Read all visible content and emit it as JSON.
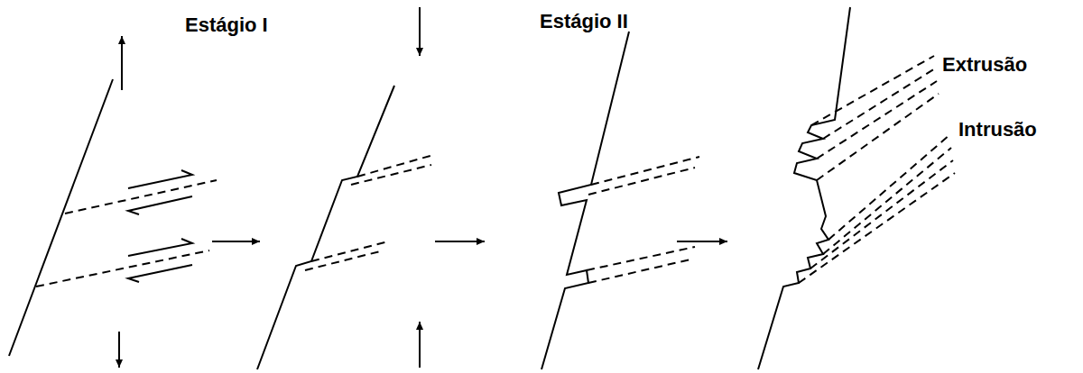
{
  "diagram": {
    "labels": [
      "Estágio I",
      "Estágio II",
      "Extrusão",
      "Intrusão"
    ]
  }
}
